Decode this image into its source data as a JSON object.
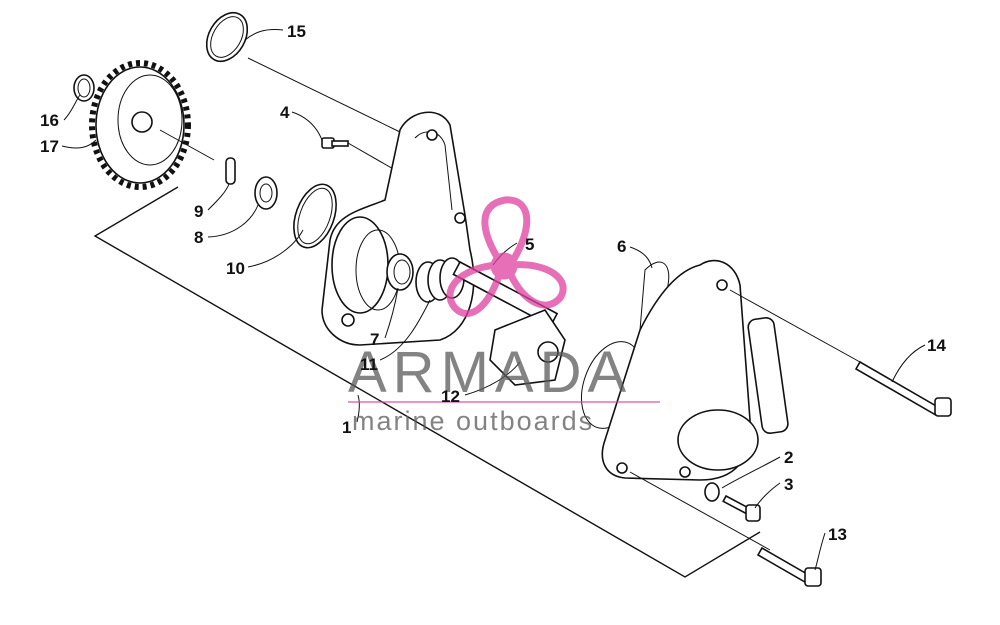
{
  "watermark": {
    "title": "ARMADA",
    "subtitle": "marine outboards",
    "logo_color": "#e040a0"
  },
  "parts": [
    {
      "id": "1",
      "label": "1"
    },
    {
      "id": "2",
      "label": "2"
    },
    {
      "id": "3",
      "label": "3"
    },
    {
      "id": "4",
      "label": "4"
    },
    {
      "id": "5",
      "label": "5"
    },
    {
      "id": "6",
      "label": "6"
    },
    {
      "id": "7",
      "label": "7"
    },
    {
      "id": "8",
      "label": "8"
    },
    {
      "id": "9",
      "label": "9"
    },
    {
      "id": "10",
      "label": "10"
    },
    {
      "id": "11",
      "label": "11"
    },
    {
      "id": "12",
      "label": "12"
    },
    {
      "id": "13",
      "label": "13"
    },
    {
      "id": "14",
      "label": "14"
    },
    {
      "id": "15",
      "label": "15"
    },
    {
      "id": "16",
      "label": "16"
    },
    {
      "id": "17",
      "label": "17"
    }
  ]
}
